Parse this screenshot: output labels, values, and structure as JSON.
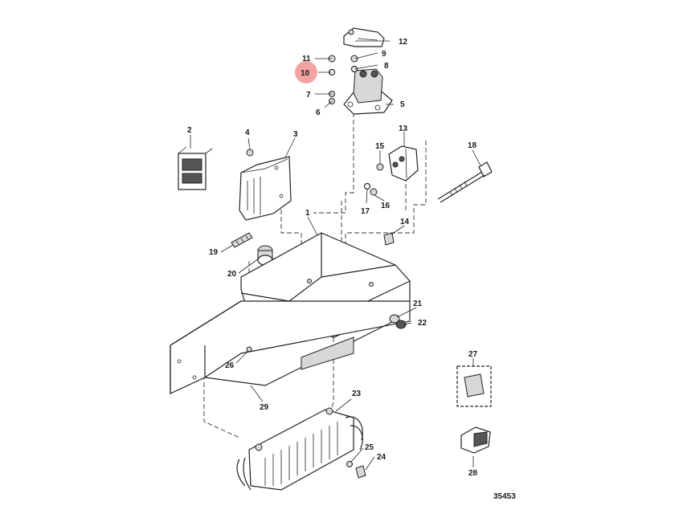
{
  "diagram": {
    "illustration_number": "35453",
    "highlight_color": "#f4a3a3",
    "highlighted_part": "10",
    "callouts": [
      {
        "id": "1",
        "label": "1"
      },
      {
        "id": "2",
        "label": "2"
      },
      {
        "id": "3",
        "label": "3"
      },
      {
        "id": "4",
        "label": "4"
      },
      {
        "id": "5",
        "label": "5"
      },
      {
        "id": "6",
        "label": "6"
      },
      {
        "id": "7",
        "label": "7"
      },
      {
        "id": "8",
        "label": "8"
      },
      {
        "id": "9",
        "label": "9"
      },
      {
        "id": "10",
        "label": "10"
      },
      {
        "id": "11",
        "label": "11"
      },
      {
        "id": "12",
        "label": "12"
      },
      {
        "id": "13",
        "label": "13"
      },
      {
        "id": "14",
        "label": "14"
      },
      {
        "id": "15",
        "label": "15"
      },
      {
        "id": "16",
        "label": "16"
      },
      {
        "id": "17",
        "label": "17"
      },
      {
        "id": "18",
        "label": "18"
      },
      {
        "id": "19",
        "label": "19"
      },
      {
        "id": "20",
        "label": "20"
      },
      {
        "id": "21",
        "label": "21"
      },
      {
        "id": "22",
        "label": "22"
      },
      {
        "id": "23",
        "label": "23"
      },
      {
        "id": "24",
        "label": "24"
      },
      {
        "id": "25",
        "label": "25"
      },
      {
        "id": "26",
        "label": "26"
      },
      {
        "id": "27",
        "label": "27"
      },
      {
        "id": "28",
        "label": "28"
      },
      {
        "id": "29",
        "label": "29"
      }
    ]
  }
}
